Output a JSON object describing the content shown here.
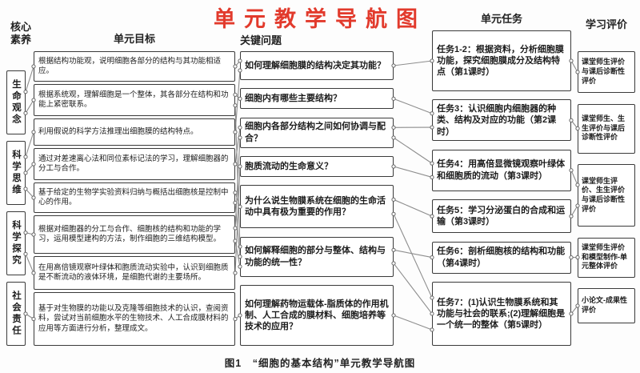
{
  "title": "单元教学导航图",
  "caption": "图1　“细胞的基本结构”单元教学导航图",
  "colors": {
    "title": "#e23a2c",
    "box_border": "#3a3a3a",
    "connector": "#8d8d8d",
    "background": "#fdfdfd"
  },
  "headers": {
    "core": "核心素养",
    "goals": "单元目标",
    "questions": "关键问题",
    "tasks": "单元任务",
    "evaluation": "学习评价"
  },
  "core": [
    "生命观念",
    "科学思维",
    "科学探究",
    "社会责任"
  ],
  "goals": [
    "根据结构功能观，说明细胞各部分的结构与其功能相适应。",
    "根据系统观，理解细胞是一个整体，其各部分在结构和功能上紧密联系。",
    "利用假说的科学方法推理出细胞膜的结构特点。",
    "通过对差速离心法和同位素标记法的学习，理解细胞器的分工与合作。",
    "基于给定的生物学实验资料归纳与概括出细胞核是控制中心的作用。",
    "根据对细胞器的分工与合作、细胞核的结构和功能的学习，运用模型建构的方法，制作细胞的三维结构模型。",
    "在用高倍镜观察叶绿体和胞质流动实验中，认识到细胞质是不断流动的液体环境，是细胞代谢的主要场所。",
    "基于对生物膜的功能以及克隆等细胞技术的认识，查阅资料，尝试对当前细胞水平的生物技术、人工合成膜材料的应用等方面进行分析，整理成文。"
  ],
  "questions": [
    "如何理解细胞膜的结构决定其功能？",
    "细胞内有哪些主要结构？",
    "细胞内各部分结构之间如何协调与配合？",
    "胞质流动的生命意义？",
    "为什么说生物膜系统在细胞的生命活动中具有极为重要的作用？",
    "如何解释细胞的部分与整体、结构与功能的统一性？",
    "如何理解药物运载体-脂质体的作用机制、人工合成的膜材料、细胞培养等技术的应用？"
  ],
  "tasks": [
    "任务1-2：根据资料，分析细胞膜功能，探究细胞膜成分及结构特点（第1课时）",
    "任务3：认识细胞内细胞器的种类、结构及对应的功能（第2课时）",
    "任务4：用高倍显微镜观察叶绿体和细胞质的流动（第3课时）",
    "任务5：学习分泌蛋白的合成和运输（第3课时）",
    "任务6：剖析细胞核的结构和功能（第4课时）",
    "任务7：(1)认识生物膜系统和其功能与社会的联系;(2)理解细胞是一个统一的整体（第5课时）"
  ],
  "evaluations": [
    "课堂师生评价与课后诊断性评价",
    "课堂师生、生生评价与课后诊断性评价",
    "课堂师生评价、生生评价与课后诊断性评价",
    "课堂师生评价和模型制作-单元整体评价",
    "小论文-成果性评价"
  ],
  "edges": [
    [
      "core-1",
      "goal-1"
    ],
    [
      "core-1",
      "goal-2"
    ],
    [
      "core-2",
      "goal-3"
    ],
    [
      "core-2",
      "goal-4"
    ],
    [
      "core-2",
      "goal-5"
    ],
    [
      "core-3",
      "goal-6"
    ],
    [
      "core-3",
      "goal-7"
    ],
    [
      "core-4",
      "goal-8"
    ],
    [
      "goal-1",
      "q-1"
    ],
    [
      "goal-2",
      "q-2"
    ],
    [
      "goal-2",
      "q-6"
    ],
    [
      "goal-3",
      "q-1"
    ],
    [
      "goal-4",
      "q-3"
    ],
    [
      "goal-5",
      "q-5"
    ],
    [
      "goal-5",
      "q-6"
    ],
    [
      "goal-6",
      "q-3"
    ],
    [
      "goal-6",
      "q-6"
    ],
    [
      "goal-7",
      "q-4"
    ],
    [
      "goal-8",
      "q-7"
    ],
    [
      "q-1",
      "task-1"
    ],
    [
      "q-2",
      "task-2"
    ],
    [
      "q-3",
      "task-2"
    ],
    [
      "q-3",
      "task-3"
    ],
    [
      "q-4",
      "task-3"
    ],
    [
      "q-5",
      "task-4"
    ],
    [
      "q-5",
      "task-6"
    ],
    [
      "q-6",
      "task-5"
    ],
    [
      "q-6",
      "task-6"
    ],
    [
      "q-7",
      "task-6"
    ],
    [
      "task-1",
      "eval-1"
    ],
    [
      "task-2",
      "eval-2"
    ],
    [
      "task-3",
      "eval-3"
    ],
    [
      "task-4",
      "eval-3"
    ],
    [
      "task-5",
      "eval-4"
    ],
    [
      "task-6",
      "eval-5"
    ]
  ]
}
